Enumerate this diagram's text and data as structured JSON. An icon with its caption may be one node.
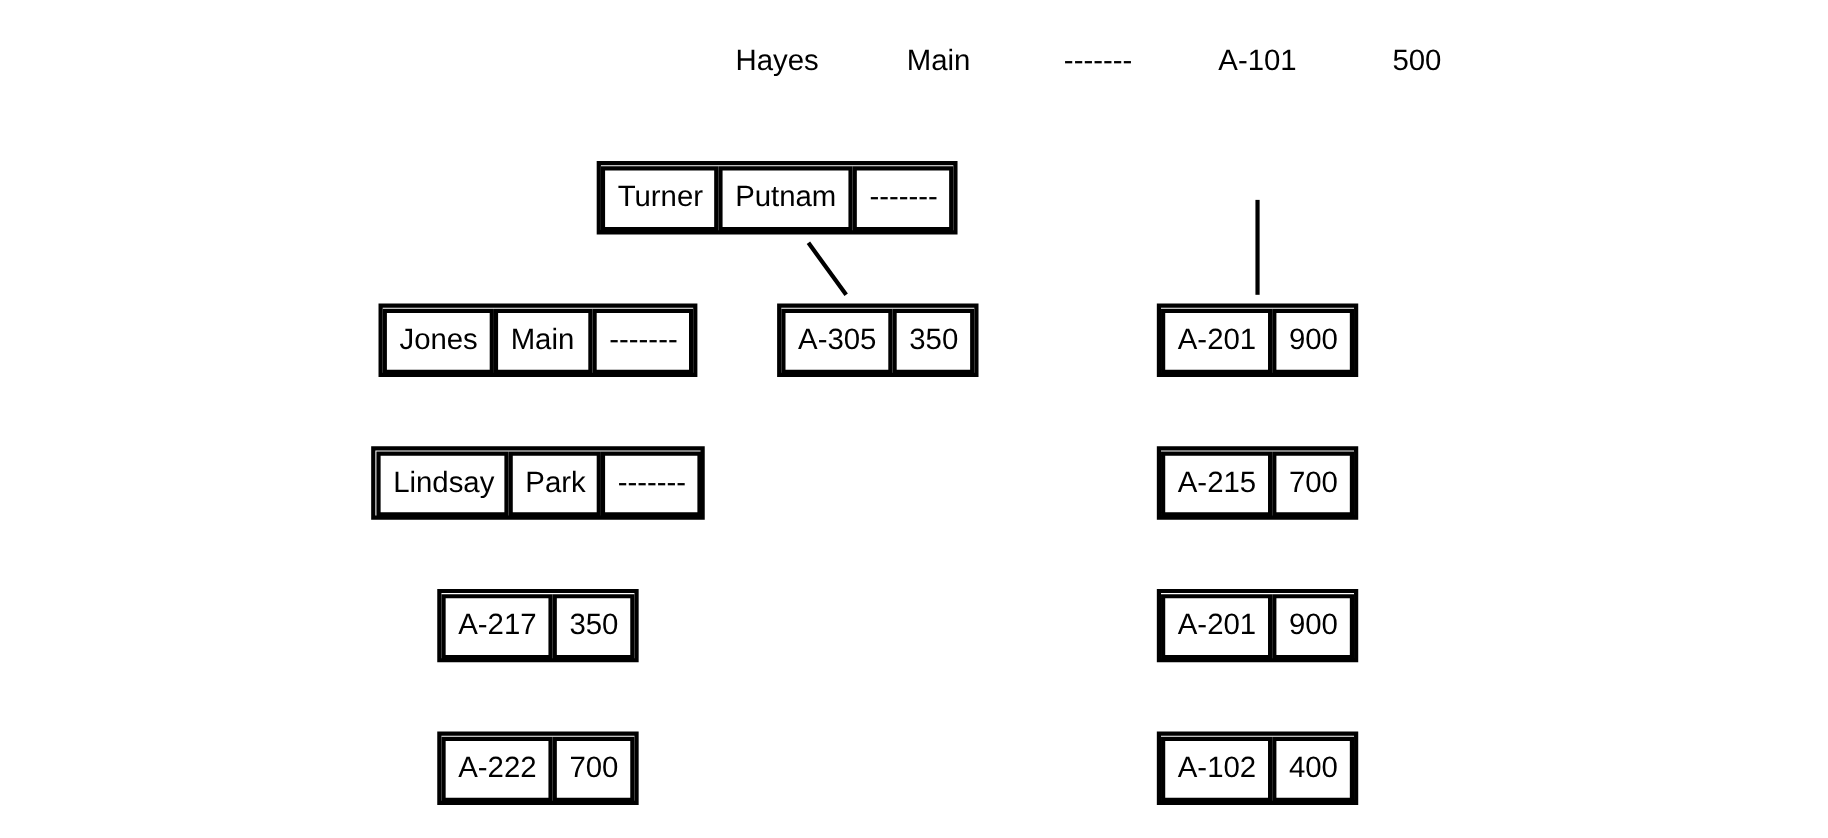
{
  "diagram": {
    "nodes": [
      {
        "text": [
          "Turner",
          "Putnam",
          "-------"
        ]
      },
      {
        "text": [
          "Jones",
          "Main",
          "-------"
        ]
      },
      {
        "text": [
          "Lindsay",
          "Park",
          "-------"
        ]
      },
      {
        "text": [
          "A-201",
          "900"
        ]
      },
      {
        "text": [
          "A-215",
          "700"
        ]
      },
      {
        "text": [
          "A-201",
          "900"
        ]
      },
      {
        "text": [
          "A-102",
          "400"
        ]
      },
      {
        "text": [
          "A-217",
          "350"
        ]
      },
      {
        "text": [
          "A-222",
          "700"
        ]
      },
      {
        "text": [
          "A-305",
          "350"
        ]
      }
    ],
    "edges": [
      {
        "from": null,
        "to": 3,
        "arrow": "none"
      },
      {
        "from": 0,
        "to": 9,
        "arrow": "none"
      }
    ],
    "labels": [
      "Hayes",
      "Main",
      "-------",
      "A-101",
      "500"
    ]
  }
}
